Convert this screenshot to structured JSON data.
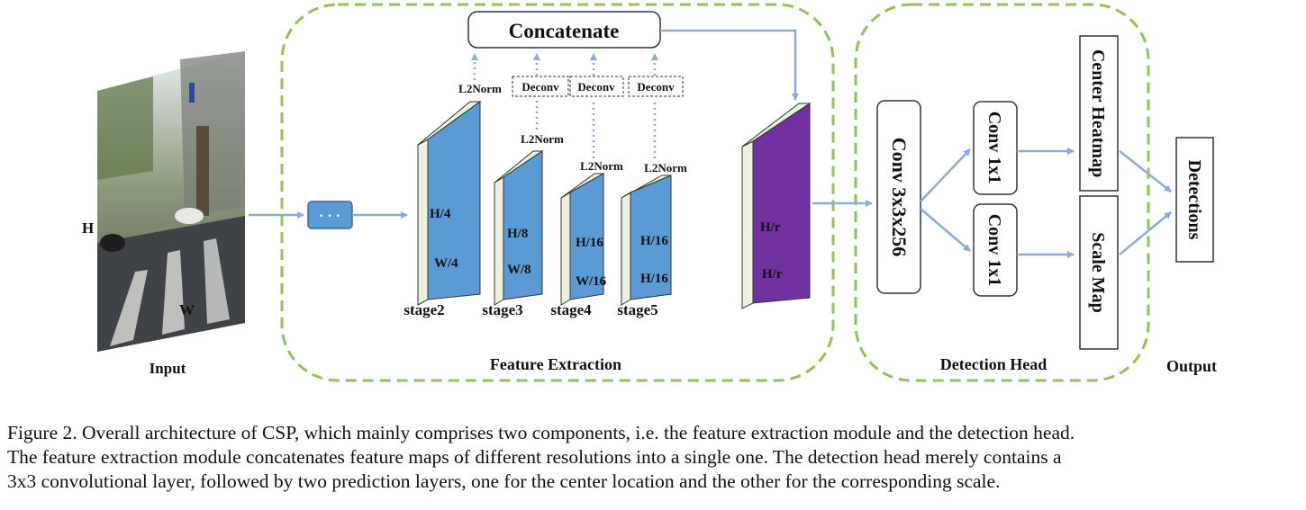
{
  "input": {
    "label": "Input",
    "h": "H",
    "w": "W"
  },
  "dots": "· · ·",
  "feature_extraction": {
    "label": "Feature Extraction",
    "concat": "Concatenate",
    "stages": [
      {
        "name": "stage2",
        "dims": [
          "H/4",
          "W/4"
        ],
        "norm": "L2Norm",
        "op": ""
      },
      {
        "name": "stage3",
        "dims": [
          "H/8",
          "W/8"
        ],
        "norm": "L2Norm",
        "op": "Deconv"
      },
      {
        "name": "stage4",
        "dims": [
          "H/16",
          "W/16"
        ],
        "norm": "L2Norm",
        "op": "Deconv"
      },
      {
        "name": "stage5",
        "dims": [
          "H/16",
          "H/16"
        ],
        "norm": "L2Norm",
        "op": "Deconv"
      }
    ],
    "output_map": [
      "H/r",
      "H/r"
    ]
  },
  "detection_head": {
    "label": "Detection Head",
    "conv3": "Conv 3x3x256",
    "conv1_top": "Conv 1x1",
    "conv1_bottom": "Conv 1x1",
    "center": "Center Heatmap",
    "scale": "Scale Map"
  },
  "output": {
    "label": "Output",
    "detections": "Detections"
  },
  "colors": {
    "stage_blue": "#5b9bd5",
    "feature_purple": "#7030a0",
    "dashed_green": "#92c353",
    "arrow": "#8eaadb"
  },
  "caption": [
    "Figure 2. Overall architecture of CSP, which mainly comprises two components, i.e. the feature extraction module and the detection head.",
    "The feature extraction module concatenates feature maps of different resolutions into a single one.  The detection head merely contains a",
    "3x3 convolutional layer, followed by two prediction layers, one for the center location and the other for the corresponding scale."
  ]
}
